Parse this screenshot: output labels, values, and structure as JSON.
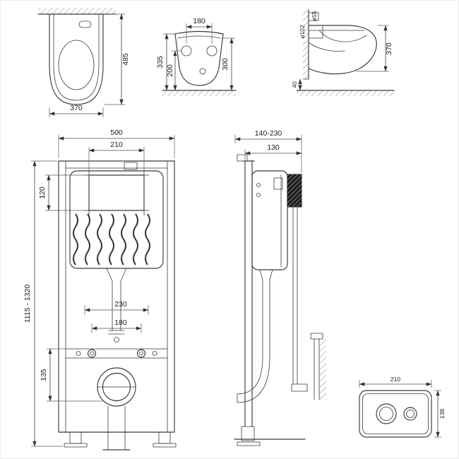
{
  "colors": {
    "line": "#3a3a3a",
    "text": "#1c1c1c",
    "background": "#ffffff"
  },
  "views": {
    "toilet_top": {
      "dim_height": "485",
      "dim_width": "370"
    },
    "toilet_front": {
      "dim_hole_spacing": "180",
      "dim_height_total": "335",
      "dim_height_holes": "200",
      "dim_height_rim": "300"
    },
    "toilet_side": {
      "dim_flush_pipe": "ø55",
      "dim_drain_pipe": "ø102",
      "dim_depth": "370",
      "dim_floor_gap": "40"
    },
    "frame_front": {
      "dim_width": "500",
      "dim_opening_width": "210",
      "dim_opening_height": "120",
      "dim_height_range": "1115 - 1320",
      "dim_span_outer": "230",
      "dim_span_inner": "180",
      "dim_outlet_offset": "135"
    },
    "frame_side": {
      "dim_depth_range": "140-230",
      "dim_frame_depth": "130"
    },
    "flush_plate": {
      "dim_width": "210",
      "dim_height": "138"
    }
  }
}
